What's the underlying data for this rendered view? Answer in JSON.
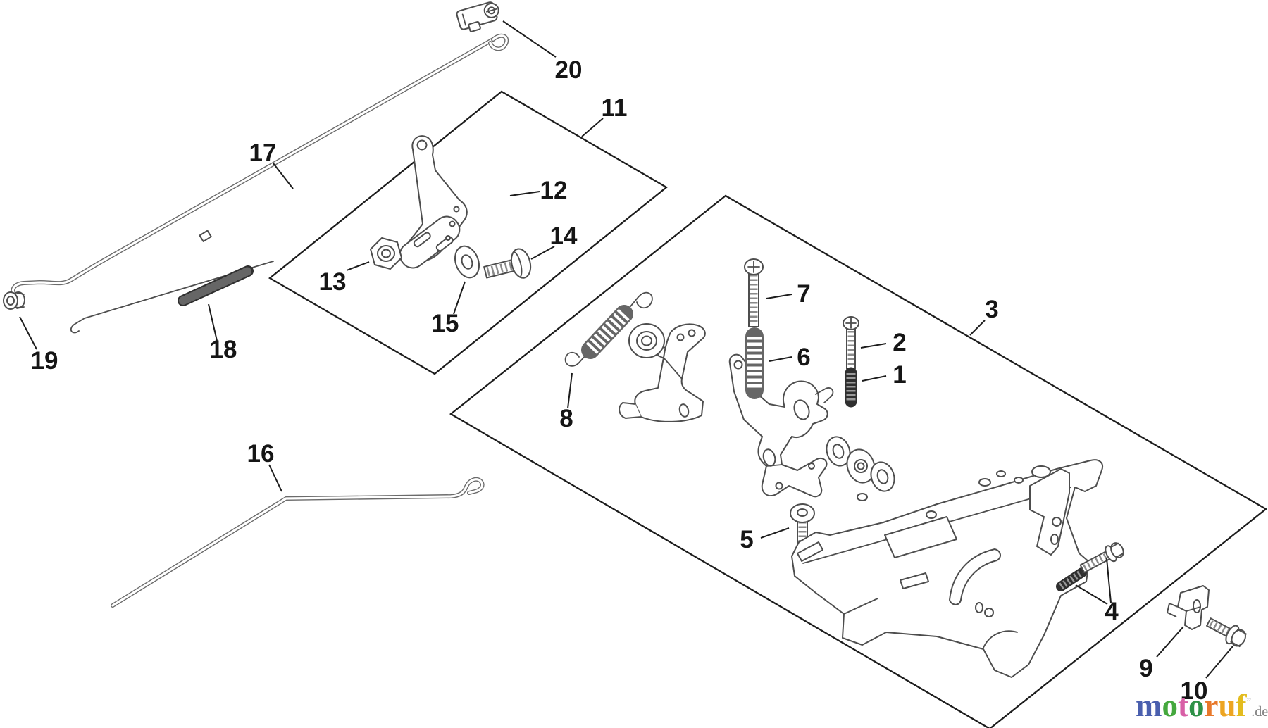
{
  "parts": {
    "1": "1",
    "2": "2",
    "3": "3",
    "4": "4",
    "5": "5",
    "6": "6",
    "7": "7",
    "8": "8",
    "9": "9",
    "10": "10",
    "11": "11",
    "12": "12",
    "13": "13",
    "14": "14",
    "15": "15",
    "16": "16",
    "17": "17",
    "18": "18",
    "19": "19",
    "20": "20"
  },
  "watermark": {
    "letters": [
      {
        "ch": "m",
        "style": "color:#4a5fae"
      },
      {
        "ch": "o",
        "style": "color:#45a83e"
      },
      {
        "ch": "t",
        "style": "color:#d85fa6"
      },
      {
        "ch": "o",
        "style": "color:#2e9147"
      },
      {
        "ch": "r",
        "style": "color:#e8792b"
      },
      {
        "ch": "u",
        "style": "color:#eda522"
      },
      {
        "ch": "f",
        "style": "color:#e3bc1f"
      }
    ],
    "mark": "”",
    "suffix": ".de"
  }
}
